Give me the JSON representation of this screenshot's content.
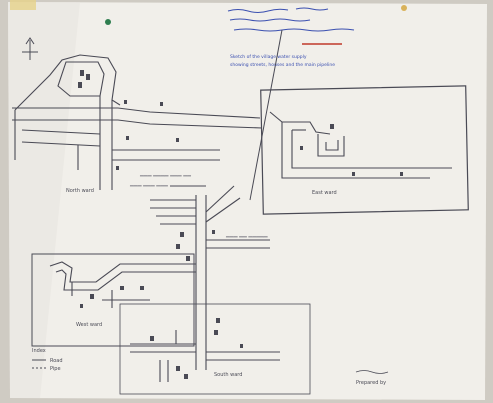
{
  "photo": {
    "paper_color": "#f2f0ec",
    "frame_color": "#cfcbc3",
    "pencil_color": "#4a4a55",
    "ink_blue": "#3a4fb0",
    "ink_red": "#c0392b",
    "tape_color": "#e8c86a",
    "pin_color": "#2e7d4f"
  },
  "map": {
    "header_line_1": "Sketch of the village water supply",
    "header_line_2": "showing streets, houses and the main pipeline",
    "legend_title": "Index",
    "legend_items": [
      "Road",
      "Pipe"
    ],
    "areas": [
      "North ward",
      "East ward",
      "West ward",
      "South ward"
    ],
    "signature": "Prepared by"
  }
}
